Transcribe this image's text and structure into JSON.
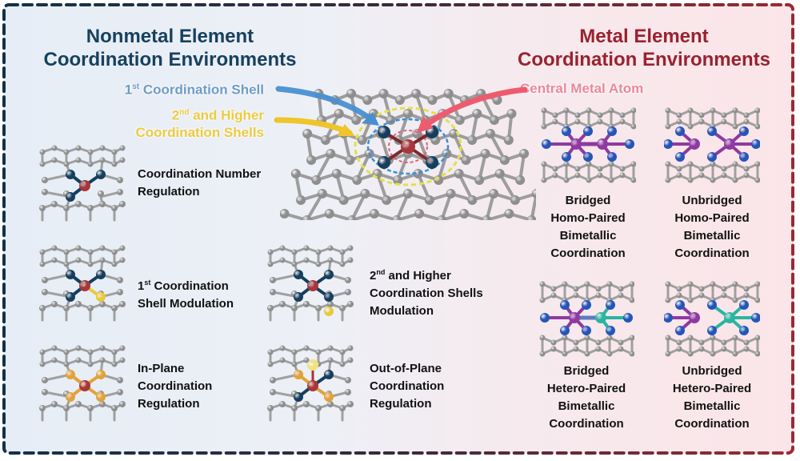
{
  "sections": {
    "nonmetal": {
      "title_line1": "Nonmetal Element",
      "title_line2": "Coordination Environments",
      "color": "#17415f"
    },
    "metal": {
      "title_line1": "Metal Element",
      "title_line2": "Coordination Environments",
      "color": "#9a2230"
    }
  },
  "callouts": {
    "first_shell": {
      "num": "1",
      "sup": "st",
      "text": " Coordination Shell",
      "color": "#6d9cc5"
    },
    "higher_shells": {
      "num": "2",
      "sup": "nd",
      "text_line1": " and Higher",
      "text_line2": "Coordination Shells",
      "color": "#eccb3d"
    },
    "central_atom": {
      "text": "Central Metal Atom",
      "color": "#e8899a"
    }
  },
  "nonmetal_items": [
    {
      "line1": "Coordination Number",
      "line2": "Regulation"
    },
    {
      "num": "1",
      "sup": "st",
      "line1_rest": " Coordination",
      "line2": "Shell Modulation"
    },
    {
      "line1": "In-Plane",
      "line2": "Coordination",
      "line3": "Regulation"
    },
    {
      "num": "2",
      "sup": "nd",
      "line1_rest": " and Higher",
      "line2": "Coordination Shells",
      "line3": "Modulation"
    },
    {
      "line1": "Out-of-Plane",
      "line2": "Coordination",
      "line3": "Regulation"
    }
  ],
  "metal_items": [
    {
      "line1": "Bridged",
      "line2": "Homo-Paired",
      "line3": "Bimetallic",
      "line4": "Coordination"
    },
    {
      "line1": "Unbridged",
      "line2": "Homo-Paired",
      "line3": "Bimetallic",
      "line4": "Coordination"
    },
    {
      "line1": "Bridged",
      "line2": "Hetero-Paired",
      "line3": "Bimetallic",
      "line4": "Coordination"
    },
    {
      "line1": "Unbridged",
      "line2": "Hetero-Paired",
      "line3": "Bimetallic",
      "line4": "Coordination"
    }
  ],
  "atom_colors": {
    "carbon": "#8e8e8e",
    "nitrogen": "#163e5e",
    "nitrogen_metal_panel": "#2456b8",
    "metal_center": "#a8363a",
    "sulfur": "#e8c93a",
    "phosphorus": "#e2a23a",
    "out_of_plane": "#f2e27a",
    "metal_a": "#8e3aa0",
    "metal_b": "#2ab5a0"
  },
  "shell_rings": {
    "first": "#3d8fd4",
    "higher": "#e6df4a",
    "central": "#e0607a"
  }
}
